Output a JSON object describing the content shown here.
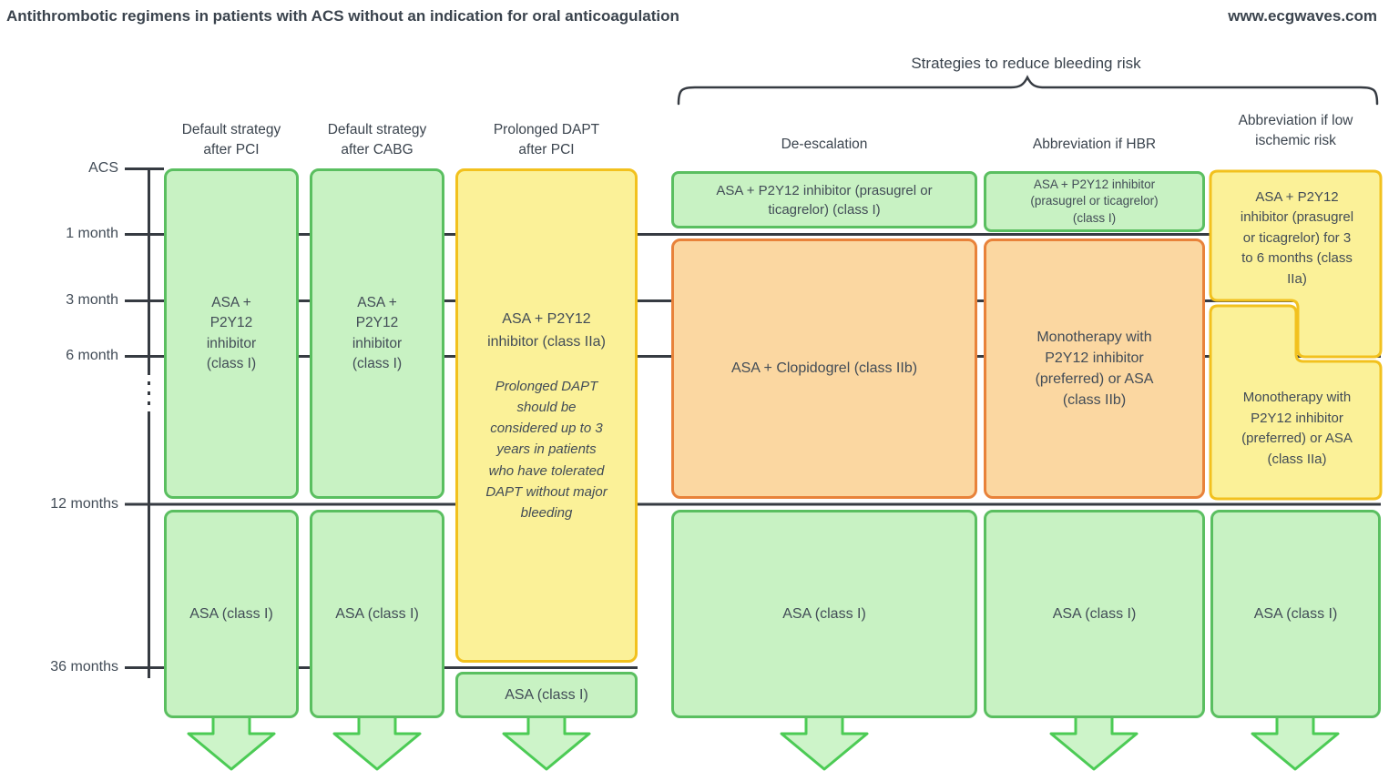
{
  "title": "Antithrombotic regimens in patients with ACS without an indication for oral anticoagulation",
  "website": "www.ecgwaves.com",
  "brace_label": "Strategies to reduce bleeding risk",
  "timeline": [
    "ACS",
    "1 month",
    "3 month",
    "6 month",
    "12 months",
    "36 months"
  ],
  "columns": [
    {
      "header": "Default strategy\nafter PCI",
      "main": "ASA +\nP2Y12\ninhibitor\n(class I)",
      "after12": "ASA (class I)"
    },
    {
      "header": "Default strategy\nafter CABG",
      "main": "ASA +\nP2Y12\ninhibitor\n(class I)",
      "after12": "ASA (class I)"
    },
    {
      "header": "Prolonged DAPT\nafter PCI",
      "main": "ASA + P2Y12\ninhibitor (class IIa)",
      "note": "Prolonged DAPT\nshould be\nconsidered up to 3\nyears in patients\nwho have tolerated\nDAPT without major\nbleeding",
      "after36": "ASA (class I)"
    },
    {
      "header": "De-escalation",
      "top": "ASA + P2Y12 inhibitor (prasugrel or\nticagrelor) (class I)",
      "mid": "ASA + Clopidogrel (class IIb)",
      "after12": "ASA (class I)"
    },
    {
      "header": "Abbreviation if HBR",
      "top": "ASA + P2Y12 inhibitor\n(prasugrel or ticagrelor)\n(class I)",
      "mid": "Monotherapy with\nP2Y12 inhibitor\n(preferred) or ASA\n(class IIb)",
      "after12": "ASA (class I)"
    },
    {
      "header": "Abbreviation if low\nischemic risk",
      "top": "ASA + P2Y12\ninhibitor (prasugrel\nor ticagrelor) for 3\nto 6 months (class\nIIa)",
      "mid": "Monotherapy with\nP2Y12 inhibitor\n(preferred) or ASA\n(class IIa)",
      "after12": "ASA (class I)"
    }
  ],
  "colors": {
    "green-fill": "#c8f2c3",
    "green-border": "#5abf60",
    "yellow-fill": "#fbf198",
    "yellow-border": "#f2c11e",
    "orange-fill": "#fbd7a1",
    "orange-border": "#e8823a",
    "arrow-fill": "#cdf4c9",
    "arrow-border": "#4ccb55",
    "line": "#363b42",
    "text": "#424c57"
  }
}
